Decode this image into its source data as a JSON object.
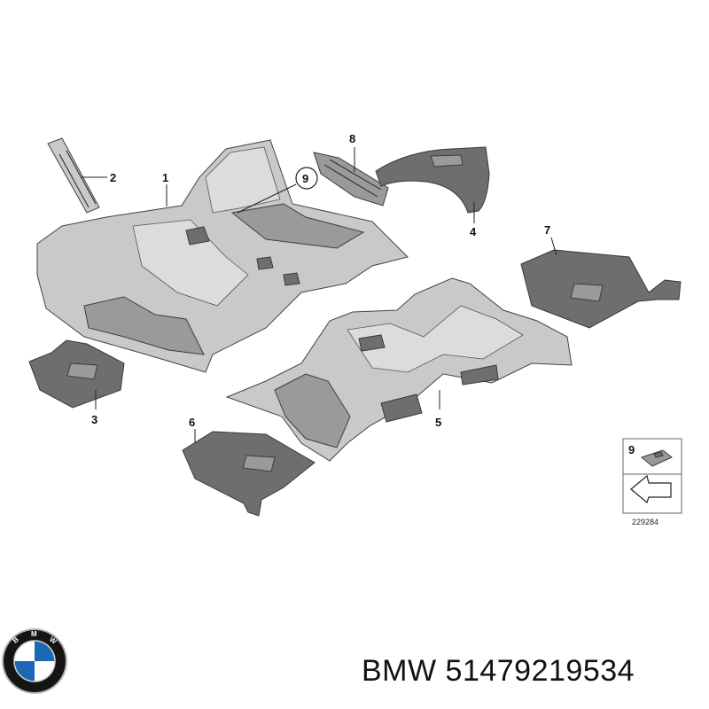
{
  "callouts": {
    "c1": "1",
    "c2": "2",
    "c3": "3",
    "c4": "4",
    "c5": "5",
    "c6": "6",
    "c7": "7",
    "c8": "8",
    "c9": "9"
  },
  "inset": {
    "item": "9",
    "ref": "229284"
  },
  "caption": {
    "brand": "BMW",
    "part_number": "51479219534"
  },
  "logo": {
    "text": "BMW",
    "colors": [
      "#1b69b4",
      "#ffffff",
      "#111111"
    ]
  }
}
